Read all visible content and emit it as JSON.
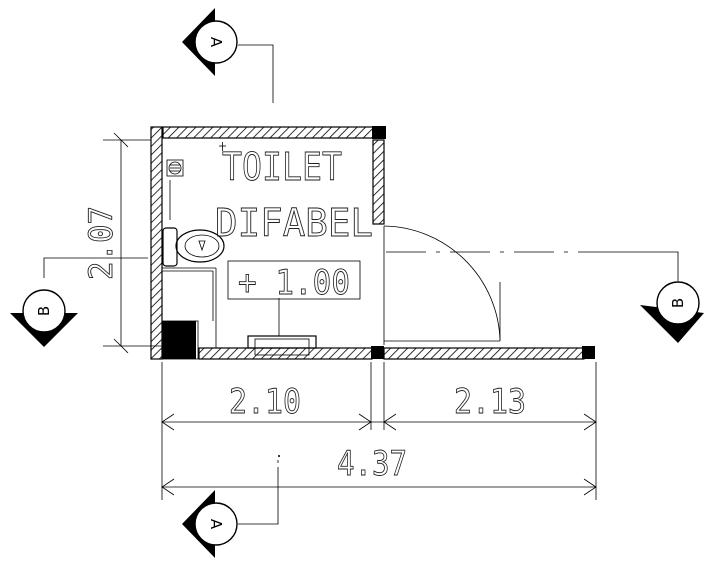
{
  "room": {
    "name_line1": "TOILET",
    "name_line2": "DIFABEL",
    "level": "+ 1.00"
  },
  "dimensions": {
    "height": "2.07",
    "width_left": "2.10",
    "width_right": "2.13",
    "width_total": "4.37"
  },
  "sections": {
    "a_top": "A",
    "a_bottom": "A",
    "b_left": "B",
    "b_right": "B"
  }
}
